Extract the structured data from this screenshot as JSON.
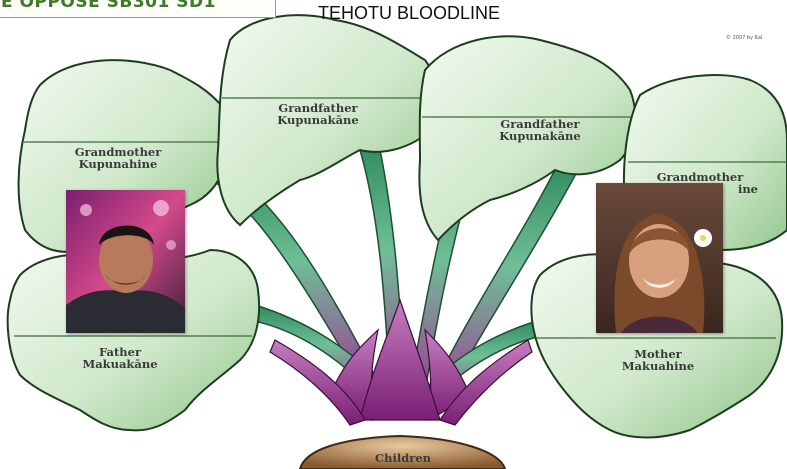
{
  "banner": {
    "text": "E OPPOSE SB301 SD1"
  },
  "title": "TEHOTU BLOODLINE",
  "copyright": "© 2007 by Kal",
  "leaves": {
    "grandmother_left": {
      "line1": "Grandmother",
      "line2": "Kupunahine"
    },
    "grandfather_left": {
      "line1": "Grandfather",
      "line2": "Kupunakāne"
    },
    "grandfather_right": {
      "line1": "Grandfather",
      "line2": "Kupunakāne"
    },
    "grandmother_right": {
      "line1": "Grandmother",
      "line2": "ine"
    },
    "father": {
      "line1": "Father",
      "line2": "Makuakāne"
    },
    "mother": {
      "line1": "Mother",
      "line2": "Makuahine"
    },
    "children": {
      "line1": "Children"
    }
  },
  "colors": {
    "leaf_light": "#dff0dc",
    "leaf_mid": "#aed6a8",
    "leaf_dark": "#5f9e5a",
    "stem_green": "#3f9a6a",
    "stem_purple": "#8e2f8a",
    "corm": "#b98a5a"
  }
}
